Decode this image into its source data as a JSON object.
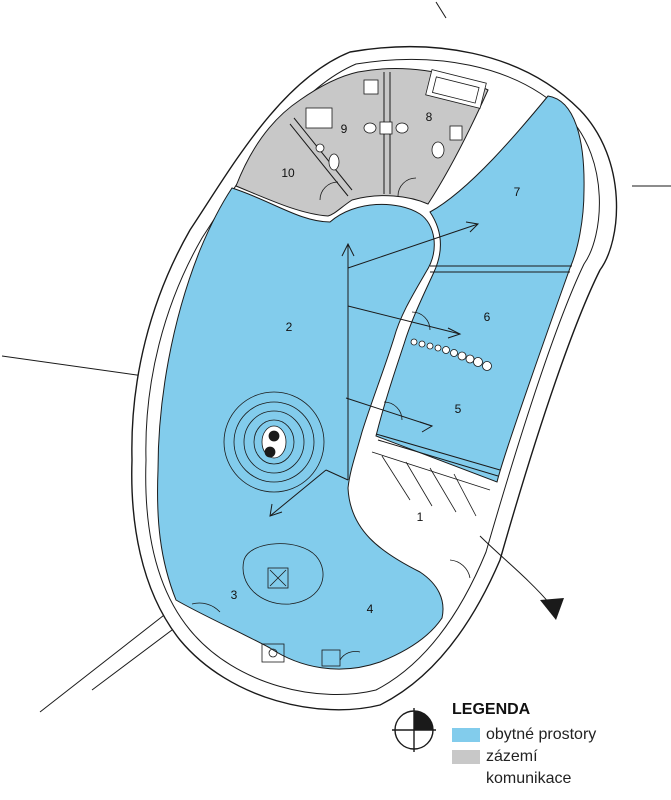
{
  "colors": {
    "living": "#82ccec",
    "service": "#c8c8c8",
    "circulation": "#ffffff",
    "wall": "#ffffff",
    "line": "#1a1a1a"
  },
  "rooms": [
    {
      "id": "1",
      "label": "1",
      "zone": "circulation"
    },
    {
      "id": "2",
      "label": "2",
      "zone": "living"
    },
    {
      "id": "3",
      "label": "3",
      "zone": "living"
    },
    {
      "id": "4",
      "label": "4",
      "zone": "living"
    },
    {
      "id": "5",
      "label": "5",
      "zone": "living"
    },
    {
      "id": "6",
      "label": "6",
      "zone": "living"
    },
    {
      "id": "7",
      "label": "7",
      "zone": "living"
    },
    {
      "id": "8",
      "label": "8",
      "zone": "service"
    },
    {
      "id": "9",
      "label": "9",
      "zone": "service"
    },
    {
      "id": "10",
      "label": "10",
      "zone": "service"
    }
  ],
  "legend": {
    "title": "LEGENDA",
    "compass_icon": "north-compass-icon",
    "items": [
      {
        "label": "obytné prostory",
        "color": "#82ccec"
      },
      {
        "label": "zázemí",
        "color": "#c8c8c8"
      },
      {
        "label": "komunikace",
        "color": "none"
      }
    ]
  }
}
